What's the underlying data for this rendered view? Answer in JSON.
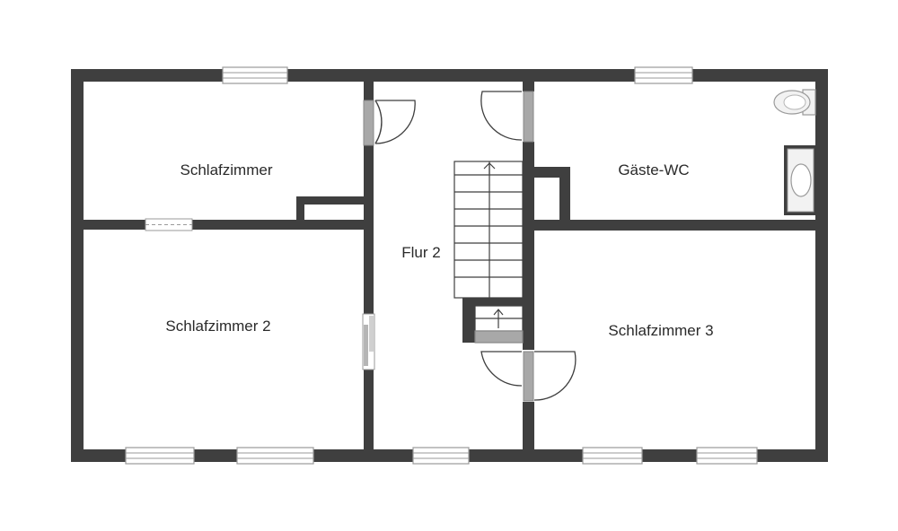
{
  "floorplan": {
    "rooms": {
      "schlafzimmer": "Schlafzimmer",
      "gaeste_wc": "Gäste-WC",
      "flur": "Flur 2",
      "schlafzimmer_2": "Schlafzimmer 2",
      "schlafzimmer_3": "Schlafzimmer 3"
    },
    "colors": {
      "wall": "#3f3f3f",
      "door_leaf": "#a8a8a8",
      "window_frame": "#9a9a9a",
      "fixture_fill": "#f2f2f2",
      "background": "#ffffff"
    }
  }
}
